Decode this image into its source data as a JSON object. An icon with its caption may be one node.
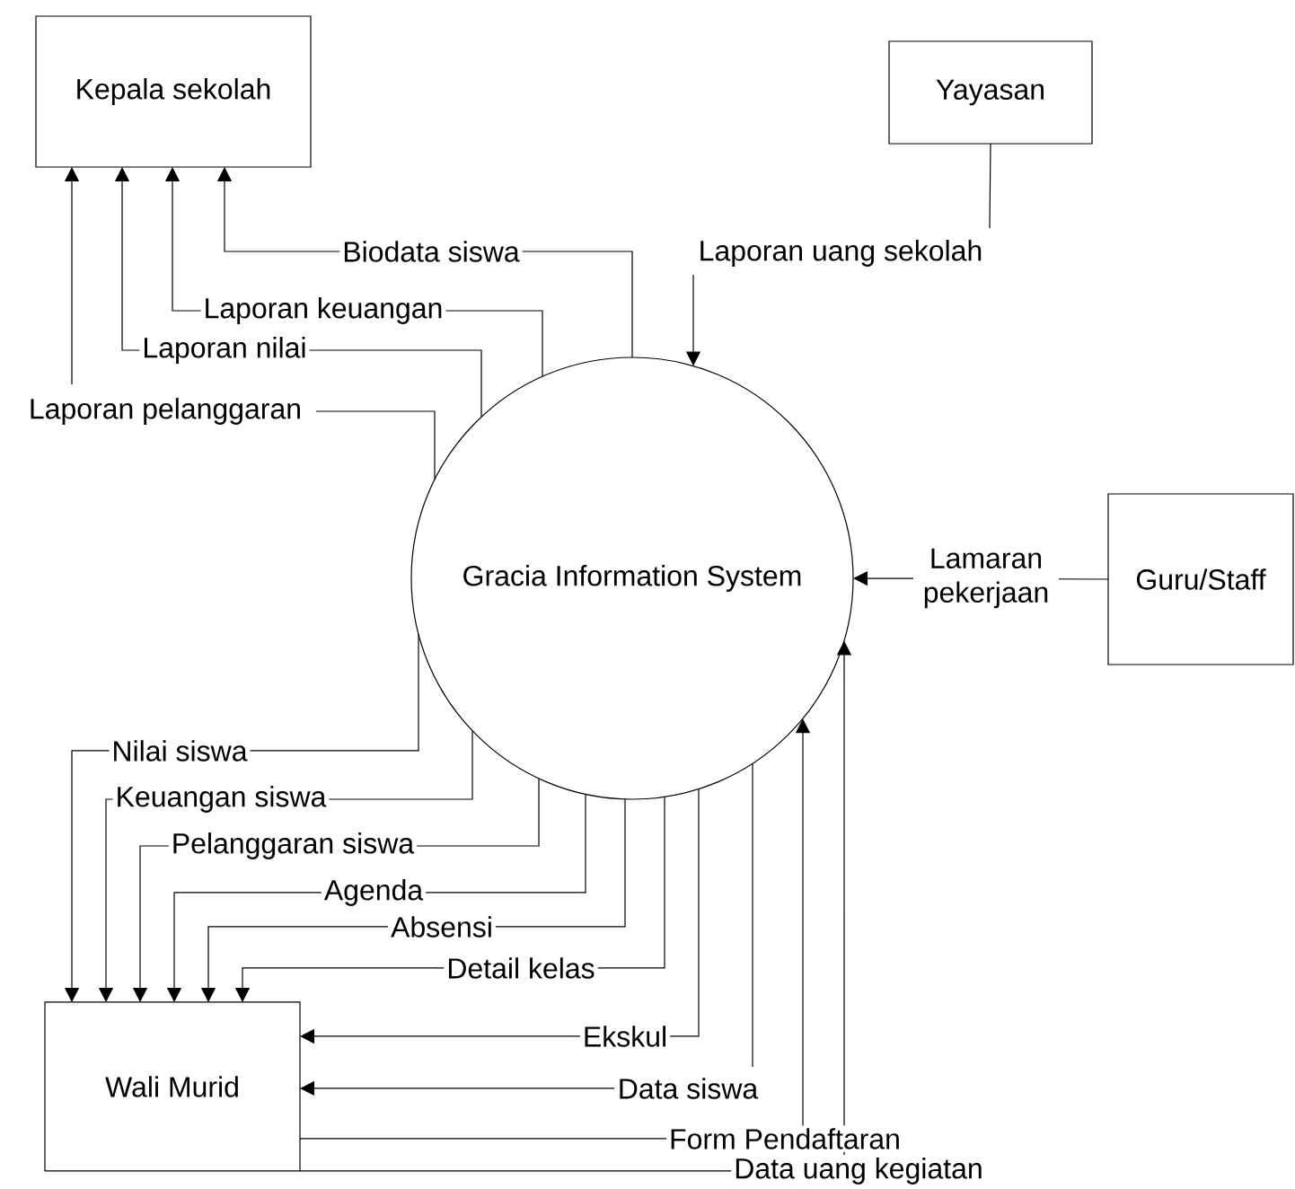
{
  "diagram": {
    "nodes": [
      {
        "text": [
          "Kepala sekolah"
        ]
      },
      {
        "text": [
          "Yayasan"
        ]
      },
      {
        "text": [
          "Gracia Information System"
        ]
      },
      {
        "text": [
          "Guru/Staff"
        ]
      },
      {
        "text": [
          "Wali Murid"
        ]
      }
    ],
    "edges": [
      {
        "from": 2,
        "to": 0,
        "arrow": "to",
        "label": "Biodata siswa"
      },
      {
        "from": 2,
        "to": 0,
        "arrow": "to",
        "label": "Laporan keuangan"
      },
      {
        "from": 2,
        "to": 0,
        "arrow": "to",
        "label": "Laporan nilai"
      },
      {
        "from": 2,
        "to": 0,
        "arrow": "to",
        "label": "Laporan pelanggaran"
      },
      {
        "from": 1,
        "to": 2,
        "arrow": "to",
        "label": "Laporan uang sekolah"
      },
      {
        "from": 3,
        "to": 2,
        "arrow": "to",
        "label": "Lamaran pekerjaan"
      },
      {
        "from": 2,
        "to": 4,
        "arrow": "to",
        "label": "Nilai siswa"
      },
      {
        "from": 2,
        "to": 4,
        "arrow": "to",
        "label": "Keuangan siswa"
      },
      {
        "from": 2,
        "to": 4,
        "arrow": "to",
        "label": "Pelanggaran siswa"
      },
      {
        "from": 2,
        "to": 4,
        "arrow": "to",
        "label": "Agenda"
      },
      {
        "from": 2,
        "to": 4,
        "arrow": "to",
        "label": "Absensi"
      },
      {
        "from": 2,
        "to": 4,
        "arrow": "to",
        "label": "Detail kelas"
      },
      {
        "from": 2,
        "to": 4,
        "arrow": "to",
        "label": "Ekskul"
      },
      {
        "from": 2,
        "to": 4,
        "arrow": "to",
        "label": "Data siswa"
      },
      {
        "from": 4,
        "to": 2,
        "arrow": "to",
        "label": "Form Pendaftaran"
      },
      {
        "from": 4,
        "to": 2,
        "arrow": "to",
        "label": "Data uang kegiatan"
      }
    ]
  }
}
